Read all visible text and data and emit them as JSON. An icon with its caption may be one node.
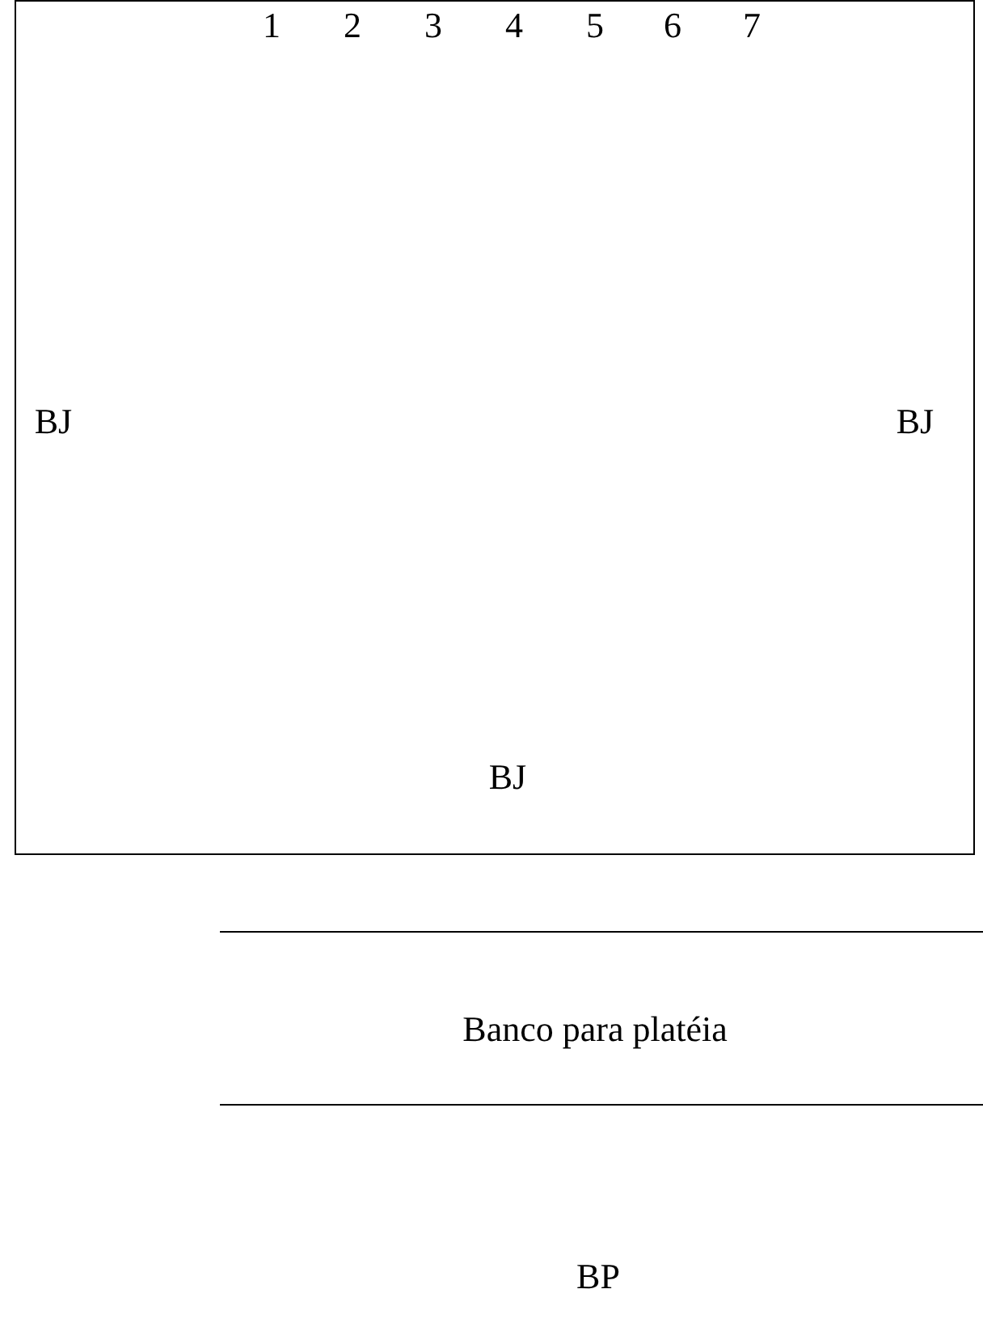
{
  "diagram": {
    "nodes": [
      {
        "text": [
          "1",
          "2",
          "3",
          "4",
          "5",
          "6",
          "7",
          "BJ",
          "BJ",
          "BJ"
        ]
      }
    ],
    "labels": [
      "Banco para platéia",
      "BP"
    ]
  }
}
